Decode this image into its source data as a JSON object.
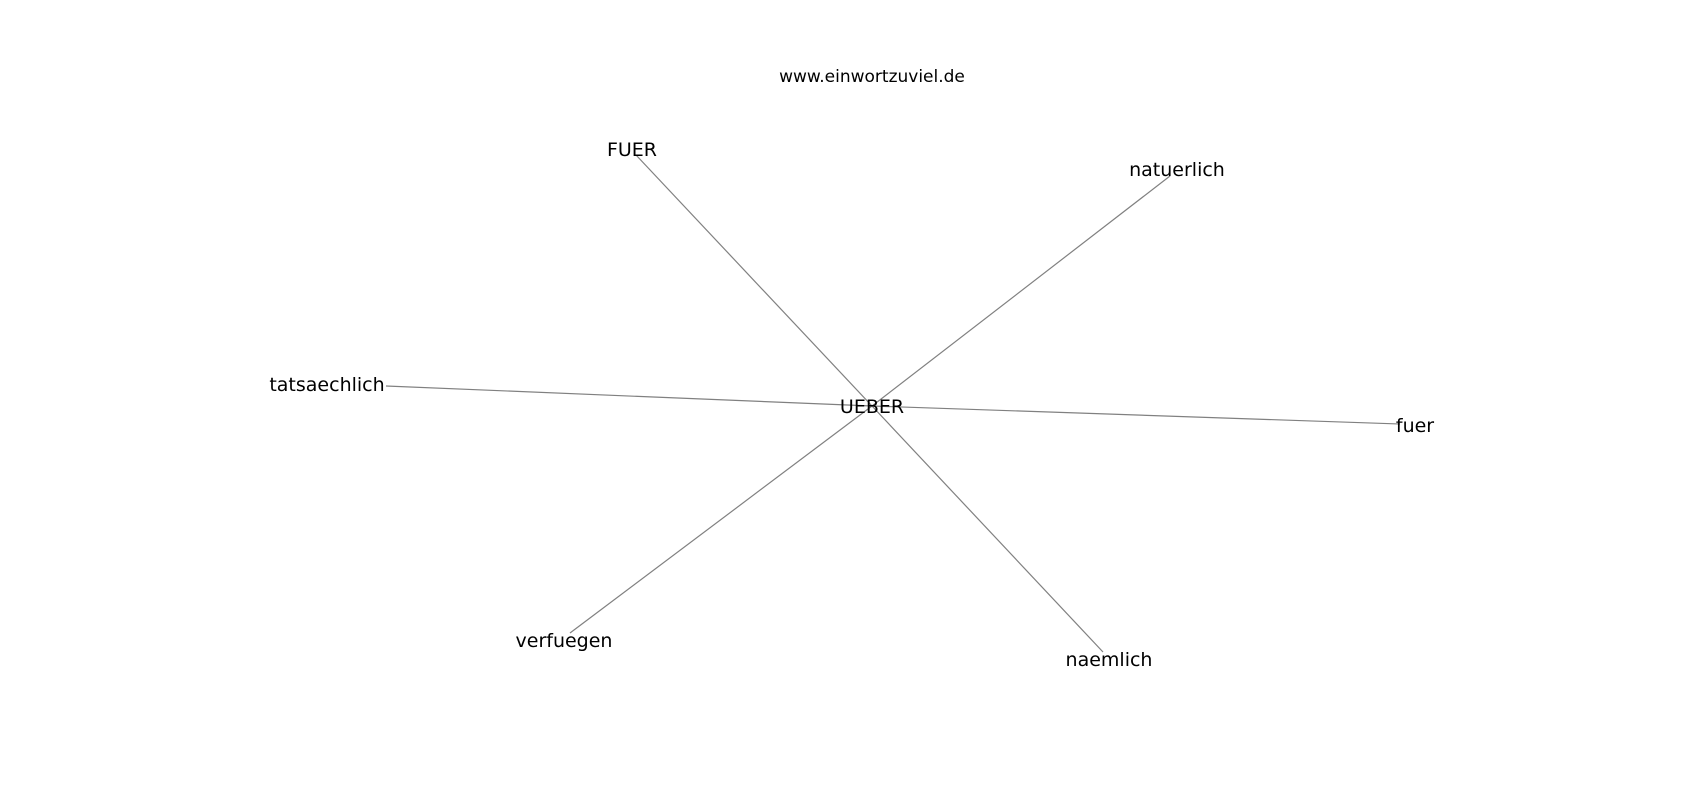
{
  "title": "www.einwortzuviel.de",
  "graph": {
    "center": "UEBER",
    "nodes": [
      "UEBER",
      "FUER",
      "natuerlich",
      "tatsaechlich",
      "fuer",
      "verfuegen",
      "naemlich"
    ],
    "edges": [
      [
        "UEBER",
        "FUER"
      ],
      [
        "UEBER",
        "natuerlich"
      ],
      [
        "UEBER",
        "tatsaechlich"
      ],
      [
        "UEBER",
        "fuer"
      ],
      [
        "UEBER",
        "verfuegen"
      ],
      [
        "UEBER",
        "naemlich"
      ]
    ],
    "edge_color": "#808080"
  }
}
